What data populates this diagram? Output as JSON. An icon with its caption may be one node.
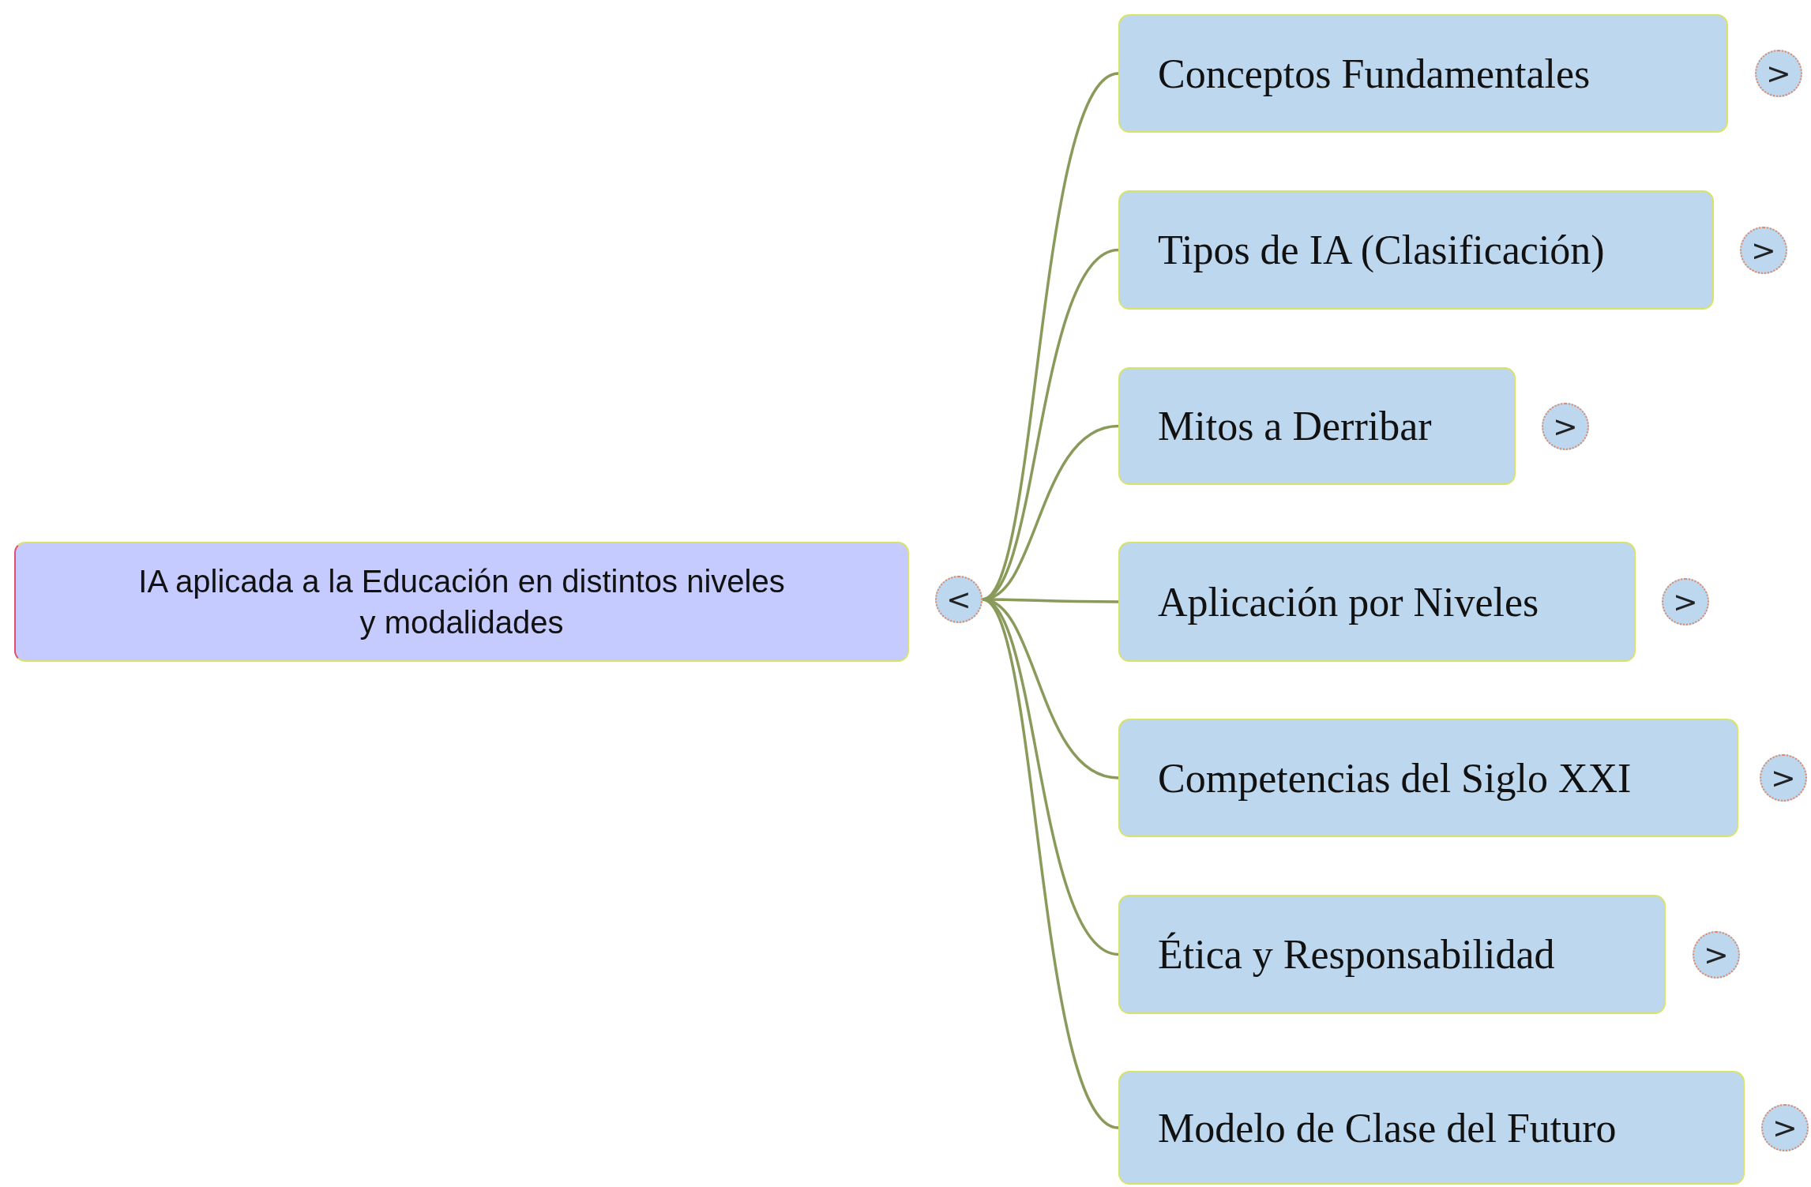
{
  "diagram": {
    "nodes": [
      {
        "text": [
          "IA aplicada a la Educación en distintos niveles y modalidades"
        ]
      },
      {
        "text": [
          "<"
        ]
      },
      {
        "text": [
          "Conceptos Fundamentales"
        ]
      },
      {
        "text": [
          ">"
        ]
      },
      {
        "text": [
          "Tipos de IA (Clasificación)"
        ]
      },
      {
        "text": [
          ">"
        ]
      },
      {
        "text": [
          "Mitos a Derribar"
        ]
      },
      {
        "text": [
          ">"
        ]
      },
      {
        "text": [
          "Aplicación por Niveles"
        ]
      },
      {
        "text": [
          ">"
        ]
      },
      {
        "text": [
          "Competencias del Siglo XXI"
        ]
      },
      {
        "text": [
          ">"
        ]
      },
      {
        "text": [
          "Ética y Responsabilidad"
        ]
      },
      {
        "text": [
          ">"
        ]
      },
      {
        "text": [
          "Modelo de Clase del Futuro"
        ]
      },
      {
        "text": [
          ">"
        ]
      }
    ],
    "edges": [
      {
        "from": 1,
        "to": 2,
        "arrow": "none"
      },
      {
        "from": 1,
        "to": 4,
        "arrow": "none"
      },
      {
        "from": 1,
        "to": 6,
        "arrow": "none"
      },
      {
        "from": 1,
        "to": 8,
        "arrow": "none"
      },
      {
        "from": 1,
        "to": 10,
        "arrow": "none"
      },
      {
        "from": 1,
        "to": 12,
        "arrow": "none"
      },
      {
        "from": 1,
        "to": 14,
        "arrow": "none"
      }
    ]
  }
}
